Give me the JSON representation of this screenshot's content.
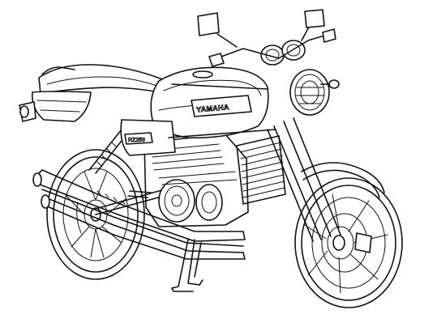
{
  "image": {
    "subject": "motorcycle-line-art",
    "ink_color": "#111111",
    "background_color": "#ffffff"
  },
  "tank": {
    "brand_text": "YAMAHA"
  },
  "side_panel": {
    "model_text": "RZ250"
  }
}
